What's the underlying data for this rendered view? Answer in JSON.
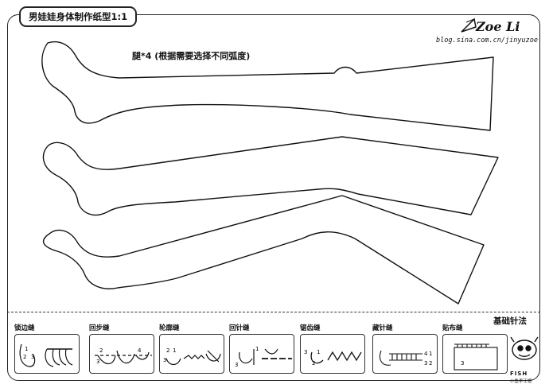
{
  "header": {
    "title": "男娃娃身体制作纸型1:1",
    "brand_name": "Zoe Li",
    "brand_url": "blog.sina.com.cn/jinyuzoe"
  },
  "pattern": {
    "note": "腿*4 (根据需要选择不同弧度)"
  },
  "stitches": {
    "heading": "基础针法",
    "items": [
      {
        "label": "锁边缝",
        "icon": "blanket-stitch-icon"
      },
      {
        "label": "回步缝",
        "icon": "back-stitch-icon"
      },
      {
        "label": "轮廓缝",
        "icon": "outline-stitch-icon"
      },
      {
        "label": "回针缝",
        "icon": "backstitch-icon"
      },
      {
        "label": "锯齿缝",
        "icon": "zigzag-stitch-icon"
      },
      {
        "label": "藏针缝",
        "icon": "ladder-stitch-icon"
      },
      {
        "label": "贴布缝",
        "icon": "applique-stitch-icon"
      }
    ],
    "step_numbers": [
      "1",
      "2",
      "3",
      "4"
    ]
  },
  "footer_logo": {
    "text": "FISH",
    "subtext": "小鱼手工馆",
    "icon": "fish-logo-icon"
  }
}
